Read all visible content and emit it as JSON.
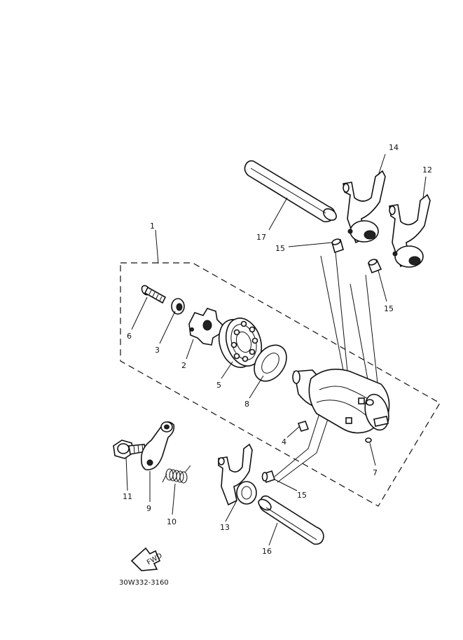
{
  "diagram": {
    "code": "30W332-3160",
    "fwd_label": "FWD",
    "labels": {
      "p1": "1",
      "p2": "2",
      "p3": "3",
      "p4": "4",
      "p5": "5",
      "p6": "6",
      "p7": "7",
      "p8": "8",
      "p9": "9",
      "p10": "10",
      "p11": "11",
      "p12": "12",
      "p13": "13",
      "p14": "14",
      "p15a": "15",
      "p15b": "15",
      "p15c": "15",
      "p16": "16",
      "p17": "17"
    }
  }
}
